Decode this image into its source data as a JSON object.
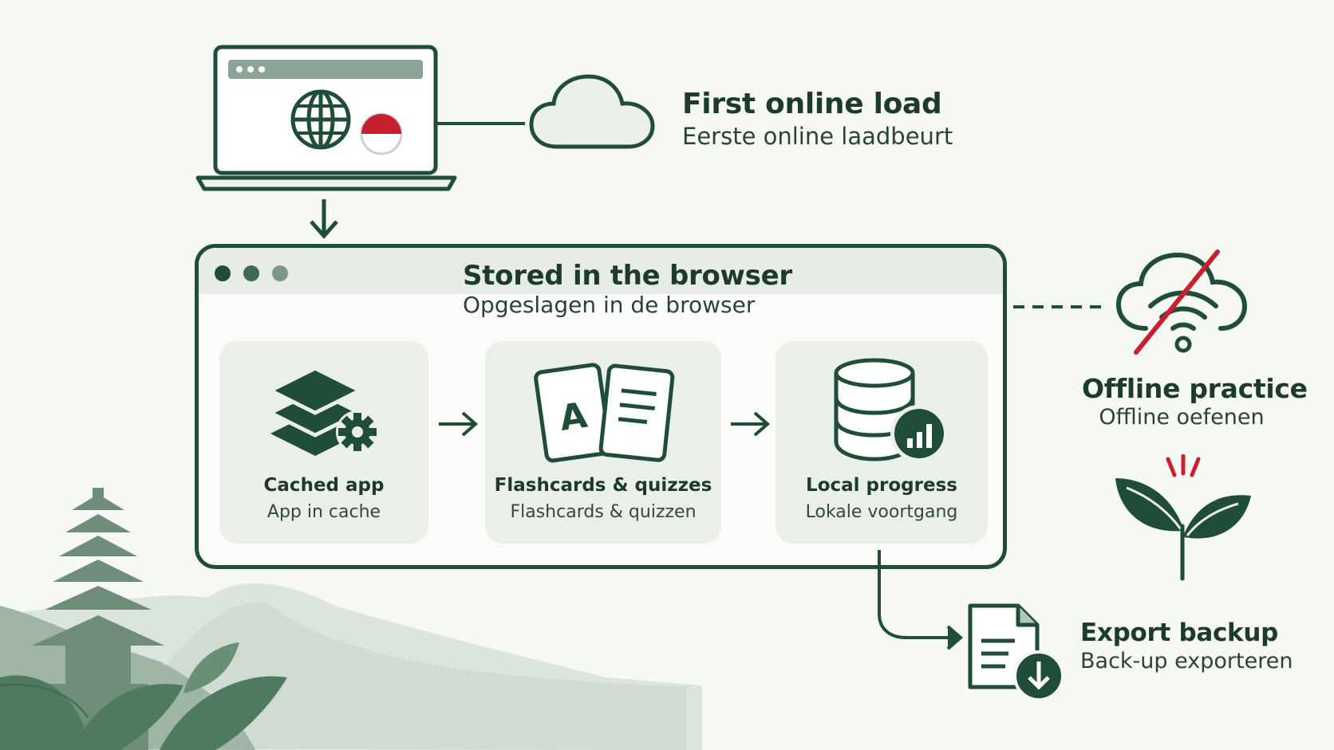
{
  "first_load": {
    "title": "First online load",
    "subtitle": "Eerste online laadbeurt"
  },
  "browser": {
    "title": "Stored in the browser",
    "subtitle": "Opgeslagen in de browser"
  },
  "cards": [
    {
      "title": "Cached app",
      "subtitle": "App in cache"
    },
    {
      "title": "Flashcards & quizzes",
      "subtitle": "Flashcards & quizzen"
    },
    {
      "title": "Local progress",
      "subtitle": "Lokale voortgang"
    }
  ],
  "flashcard_letter": "A",
  "offline": {
    "title": "Offline practice",
    "subtitle": "Offline oefenen"
  },
  "export": {
    "title": "Export backup",
    "subtitle": "Back-up exporteren"
  },
  "colors": {
    "primary": "#1f4d38",
    "accent_red": "#c8202e",
    "card_bg": "#eaefe8",
    "background": "#f6f8f4"
  },
  "icons": [
    "laptop-icon",
    "globe-icon",
    "indonesia-flag-icon",
    "cloud-icon",
    "layers-gear-icon",
    "flashcards-icon",
    "database-chart-icon",
    "cloud-offline-icon",
    "leaf-sprout-icon",
    "document-download-icon"
  ]
}
